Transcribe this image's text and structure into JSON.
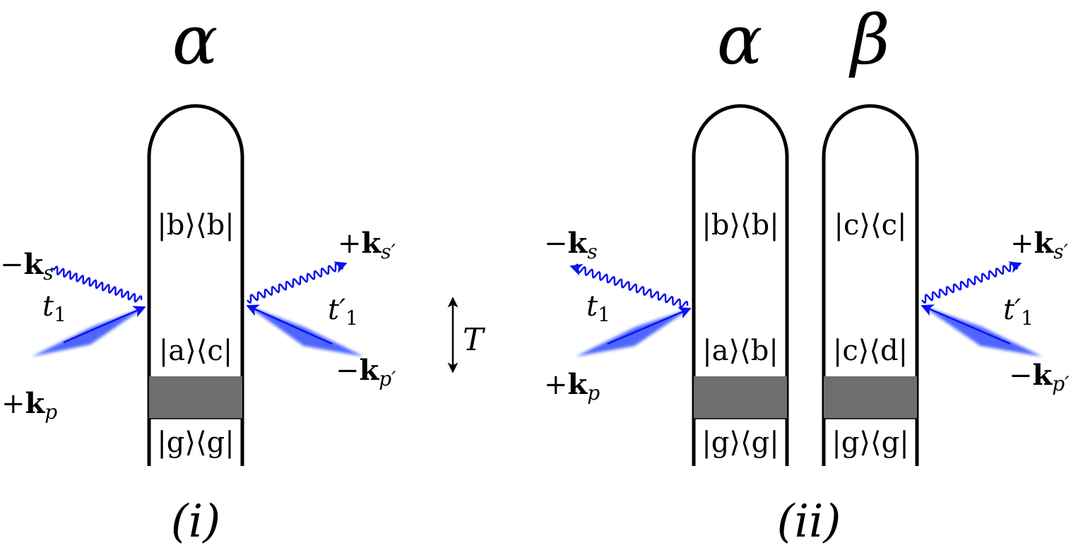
{
  "diagram_i": {
    "loop_label": "α",
    "states": {
      "top": "|b⟩⟨b|",
      "middle": "|a⟩⟨c|",
      "bottom": "|g⟩⟨g|"
    },
    "left": {
      "out_sign": "−",
      "out_k": "k",
      "out_sub": "s",
      "time": "t",
      "time_sub": "1",
      "in_sign": "+",
      "in_k": "k",
      "in_sub": "p"
    },
    "right": {
      "out_sign": "+",
      "out_k": "k",
      "out_sub": "s′",
      "time": "t′",
      "time_sub": "1",
      "in_sign": "−",
      "in_k": "k",
      "in_sub": "p′"
    },
    "caption": "(i)"
  },
  "delay_label": "T",
  "diagram_ii": {
    "loop_label_left": "α",
    "loop_label_right": "β",
    "states_left": {
      "top": "|b⟩⟨b|",
      "middle": "|a⟩⟨b|",
      "bottom": "|g⟩⟨g|"
    },
    "states_right": {
      "top": "|c⟩⟨c|",
      "middle": "|c⟩⟨d|",
      "bottom": "|g⟩⟨g|"
    },
    "left": {
      "out_sign": "−",
      "out_k": "k",
      "out_sub": "s",
      "time": "t",
      "time_sub": "1",
      "in_sign": "+",
      "in_k": "k",
      "in_sub": "p"
    },
    "right": {
      "out_sign": "+",
      "out_k": "k",
      "out_sub": "s′",
      "time": "t′",
      "time_sub": "1",
      "in_sign": "−",
      "in_k": "k",
      "in_sub": "p′"
    },
    "caption": "(ii)"
  },
  "colors": {
    "line": "#000000",
    "photon": "#0a12f0",
    "pulse": "#3a55ff",
    "band": "#6e6e6e"
  }
}
